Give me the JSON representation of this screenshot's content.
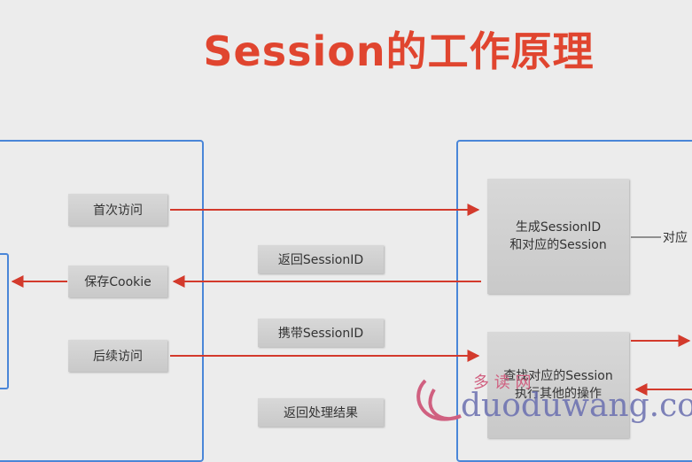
{
  "title": "Session的工作原理",
  "client": {
    "first_visit": "首次访问",
    "save_cookie": "保存Cookie",
    "later_visit": "后续访问"
  },
  "messages": {
    "return_sessionid": "返回SessionID",
    "carry_sessionid": "携带SessionID",
    "return_result": "返回处理结果"
  },
  "server": {
    "generate_line1": "生成SessionID",
    "generate_line2": "和对应的Session",
    "find_line1": "查找对应的Session",
    "find_line2": "执行其他的操作",
    "side_note": "对应"
  },
  "watermark": {
    "cn": "多 读 网",
    "en": "duoduwang.com"
  },
  "colors": {
    "title": "#e0452f",
    "arrow": "#d33a2c",
    "panel_border": "#4a86d8",
    "box_fill": "#cfcfcf"
  }
}
